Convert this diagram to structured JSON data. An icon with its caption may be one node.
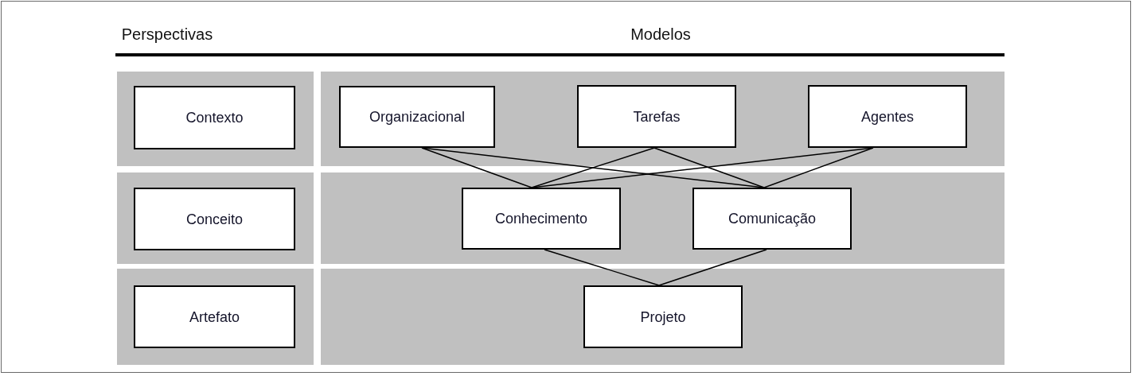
{
  "diagram": {
    "nodes": [
      {
        "text": [],
        "shape": "band"
      },
      {
        "text": [
          "Contexto"
        ],
        "in": 0
      },
      {
        "text": [],
        "shape": "band"
      },
      {
        "text": [
          "Organizacional"
        ],
        "in": 2
      },
      {
        "text": [
          "Tarefas"
        ],
        "in": 2
      },
      {
        "text": [
          "Agentes"
        ],
        "in": 2
      },
      {
        "text": [],
        "shape": "band"
      },
      {
        "text": [
          "Conceito"
        ],
        "in": 6
      },
      {
        "text": [],
        "shape": "band"
      },
      {
        "text": [
          "Conhecimento"
        ],
        "in": 8
      },
      {
        "text": [
          "Comunicação"
        ],
        "in": 8
      },
      {
        "text": [],
        "shape": "band"
      },
      {
        "text": [
          "Artefato"
        ],
        "in": 11
      },
      {
        "text": [],
        "shape": "band"
      },
      {
        "text": [
          "Projeto"
        ],
        "in": 13
      }
    ],
    "edges": [
      {
        "from": 3,
        "to": 9,
        "arrow": "none"
      },
      {
        "from": 3,
        "to": 10,
        "arrow": "none"
      },
      {
        "from": 4,
        "to": 9,
        "arrow": "none"
      },
      {
        "from": 4,
        "to": 10,
        "arrow": "none"
      },
      {
        "from": 5,
        "to": 9,
        "arrow": "none"
      },
      {
        "from": 5,
        "to": 10,
        "arrow": "none"
      },
      {
        "from": 9,
        "to": 14,
        "arrow": "none"
      },
      {
        "from": 10,
        "to": 14,
        "arrow": "none"
      }
    ],
    "labels": [
      "Perspectivas",
      "Modelos"
    ]
  }
}
